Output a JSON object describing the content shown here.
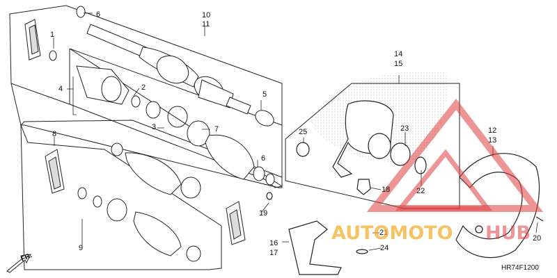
{
  "diagram": {
    "part_numbers": [
      "1",
      "2",
      "3",
      "4",
      "5",
      "6",
      "6",
      "7",
      "8",
      "9",
      "10",
      "11",
      "12",
      "13",
      "14",
      "15",
      "16",
      "17",
      "18",
      "19",
      "20",
      "21",
      "22",
      "23",
      "24",
      "25"
    ],
    "labels": {
      "p1": "1",
      "p2": "2",
      "p3": "3",
      "p4": "4",
      "p5": "5",
      "p6a": "6",
      "p6b": "6",
      "p7": "7",
      "p8": "8",
      "p9": "9",
      "p10": "10",
      "p11": "11",
      "p12": "12",
      "p13": "13",
      "p14": "14",
      "p15": "15",
      "p16": "16",
      "p17": "17",
      "p18": "18",
      "p19": "19",
      "p20": "20",
      "p21": "21",
      "p22": "22",
      "p23": "23",
      "p24": "24",
      "p25": "25"
    },
    "direction_marker": "FR.",
    "drawing_code": "HR74F1200"
  },
  "watermark": {
    "part1": "AUTOMOTO",
    "part2": "HUB",
    "colors": {
      "orange": "#f4aa28",
      "red": "#de3c3c"
    }
  }
}
